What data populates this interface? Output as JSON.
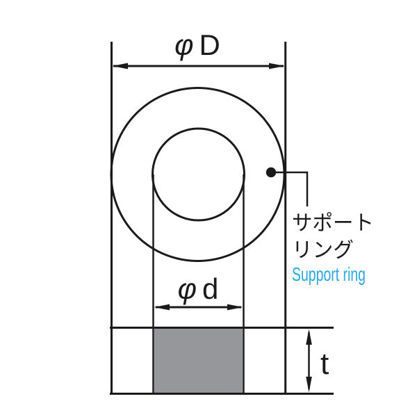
{
  "figure": {
    "type": "technical-drawing",
    "subject": "Support ring dimensional diagram",
    "dimensions": {
      "outer_diameter_symbol": "φ",
      "outer_diameter_letter": "D",
      "inner_diameter_symbol": "φ",
      "inner_diameter_letter": "d",
      "thickness_label": "t"
    },
    "callout": {
      "jp_line1": "サポート",
      "jp_line2": "リング",
      "en": "Support ring"
    },
    "colors": {
      "line": "#1a1a1a",
      "ring_fill": "#95979a",
      "accent_blue": "#29a7df",
      "background": "#ffffff"
    }
  }
}
